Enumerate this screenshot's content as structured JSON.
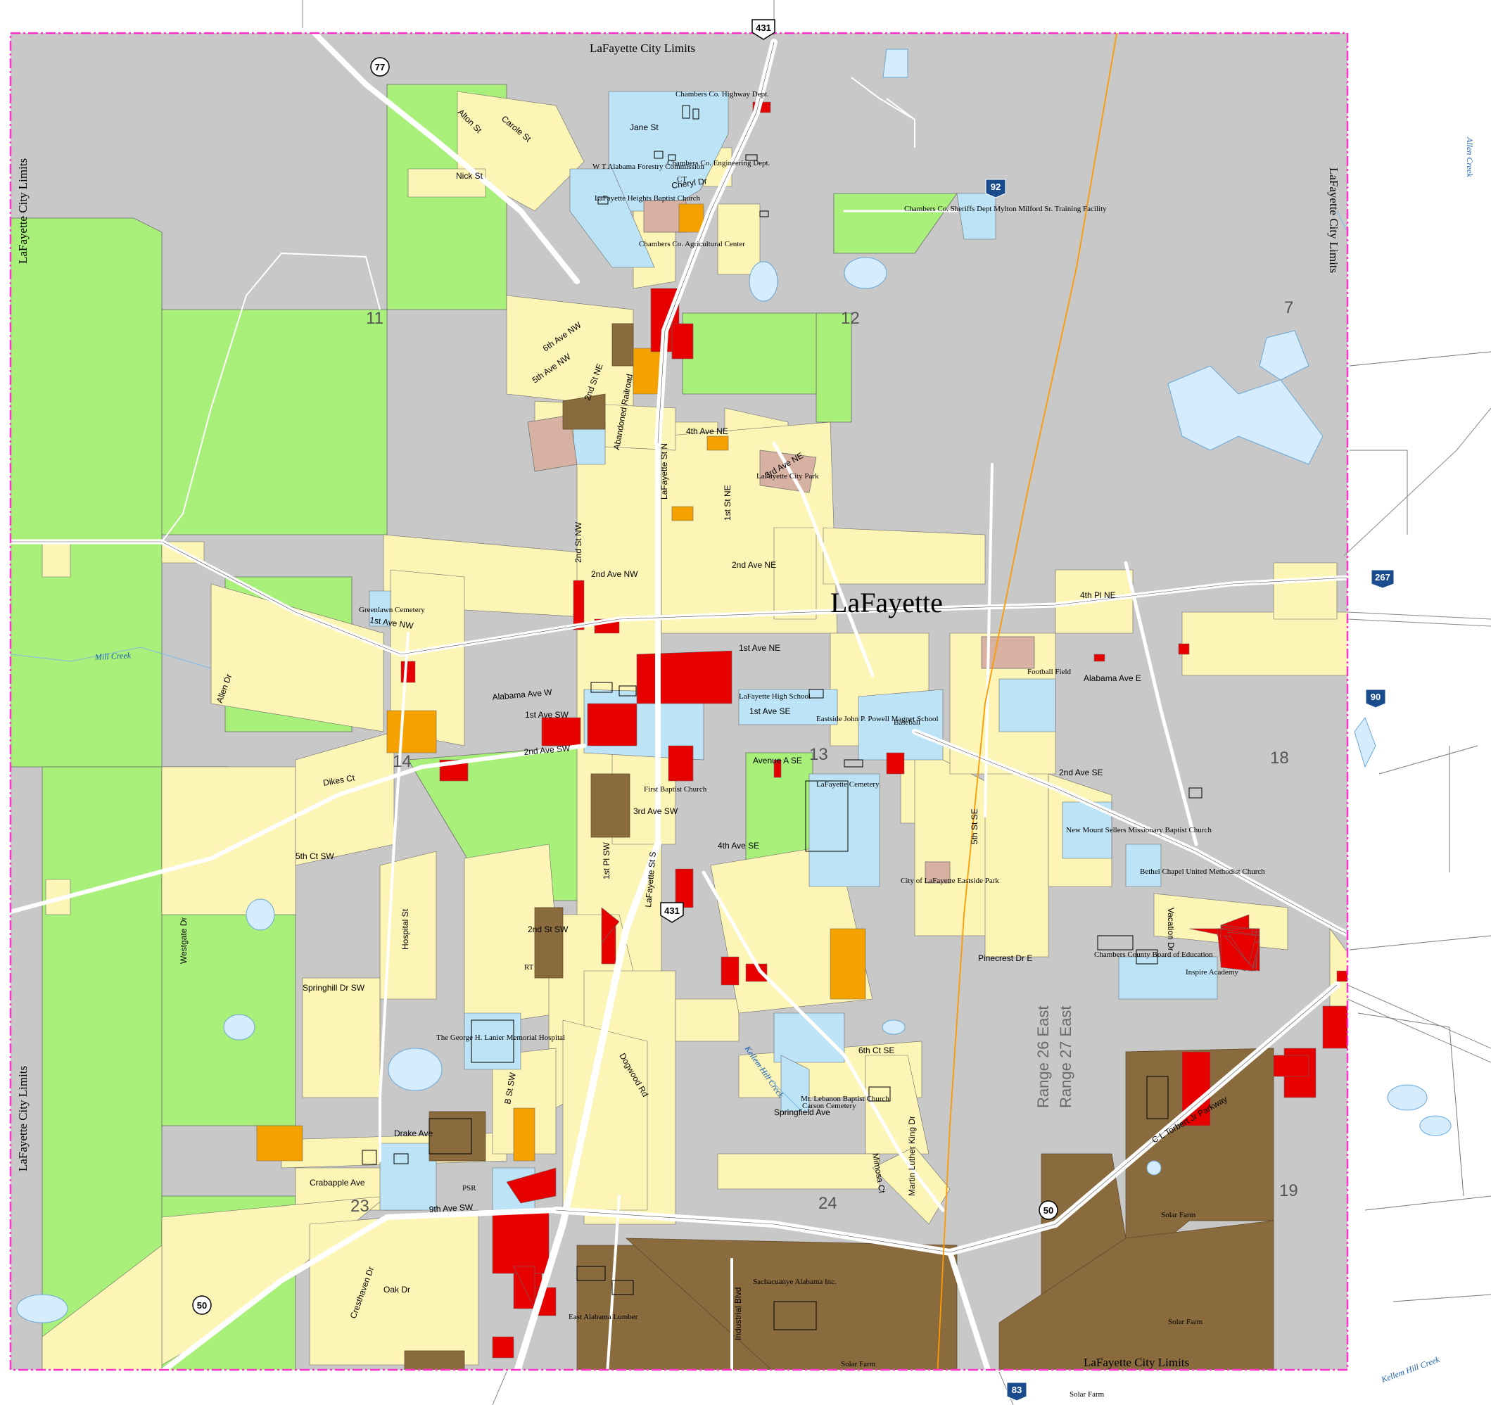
{
  "map": {
    "city_title": "LaFayette",
    "city_limit_label": "LaFayette City Limits",
    "range_labels": [
      "Range 26 East",
      "Range 27 East"
    ],
    "sections": [
      "11",
      "12",
      "7",
      "14",
      "13",
      "18",
      "23",
      "24",
      "19"
    ],
    "highways": {
      "us": [
        "431",
        "431"
      ],
      "state": [
        "77",
        "50",
        "50"
      ],
      "county": [
        "92",
        "267",
        "90",
        "83"
      ]
    },
    "water_labels": [
      "Mill Creek",
      "Allen Creek",
      "Kellem Hill Creek",
      "Kellem Hill Creek"
    ],
    "streets": [
      "Nick St",
      "Jane St",
      "Cheryl Dr",
      "Carole St",
      "Alton St",
      "1st Ave NW",
      "2nd Ave NW",
      "5th Ave NW",
      "6th Ave NW",
      "2nd St NW",
      "2nd St NE",
      "LaFayette St N",
      "1st St NE",
      "4th Ave NE",
      "3rd Ave NE",
      "2nd Ave NE",
      "1st Ave NE",
      "Alabama Ave W",
      "Alabama Ave E",
      "1st Ave SW",
      "1st Ave SE",
      "2nd Ave SW",
      "Avenue A SE",
      "2nd Ave SE",
      "4th Pl NE",
      "Dikes Ct",
      "5th Ct SW",
      "3rd Ave SW",
      "4th Ave SE",
      "Hospital St",
      "Springhill Dr SW",
      "Drake Ave",
      "Crabapple Ave",
      "9th Ave SW",
      "Oak Dr",
      "Cresthaven Dr",
      "Pinecrest Dr E",
      "6th Ct SE",
      "Springfield Ave",
      "Martin Luther King Dr",
      "C L Torbert Jr Parkway",
      "Industrial Blvd",
      "5th St SE",
      "2nd St SW",
      "Westgate Dr",
      "Vacation Dr",
      "Abandoned Railroad",
      "LaFayette St S",
      "1st Pl SW",
      "Dogwood Rd",
      "Allen Dr",
      "B St SW",
      "Mimosa Ct"
    ],
    "institutions": [
      "Chambers Co. Highway Dept.",
      "W T Alabama Forestry Commission",
      "Chambers Co. Engineering Dept.",
      "LaFayette Heights Baptist Church",
      "Chambers Co. Agricultural Center",
      "Chambers Co. Sheriffs Dept Mylton Milford Sr. Training Facility",
      "LaFayette City Park",
      "Greenlawn Cemetery",
      "LaFayette High School",
      "Eastside John P. Powell Magnet School",
      "First Baptist Church",
      "LaFayette Cemetery",
      "City of LaFayette Eastside Park",
      "Football Field",
      "Baseball",
      "New Mount Sellers Missionary Baptist Church",
      "Bethel Chapel United Methodist Church",
      "Chambers County Board of Education",
      "Inspire Academy",
      "The George H. Lanier Memorial Hospital",
      "Mt. Lebanon Baptist Church",
      "PSR",
      "East Alabama Lumber",
      "Sachacuanye Alabama Inc.",
      "Solar Farm",
      "Solar Farm",
      "Solar Farm",
      "Solar Farm",
      "RT",
      "CT",
      "Carson Cemetery"
    ],
    "colors": {
      "gray_parcel": "#c8c8c8",
      "residential": "#fdf5b6",
      "agricultural": "#a8f07a",
      "commercial": "#e60000",
      "industrial": "#8a6b3e",
      "institutional": "#bde3f7",
      "multifamily": "#f5a100",
      "park": "#d7b2a2",
      "city_limit": "#ff33cc",
      "power_line": "#ff9900",
      "water": "#d4ecfb",
      "highway_shield_blue": "#1a4b8c"
    }
  }
}
